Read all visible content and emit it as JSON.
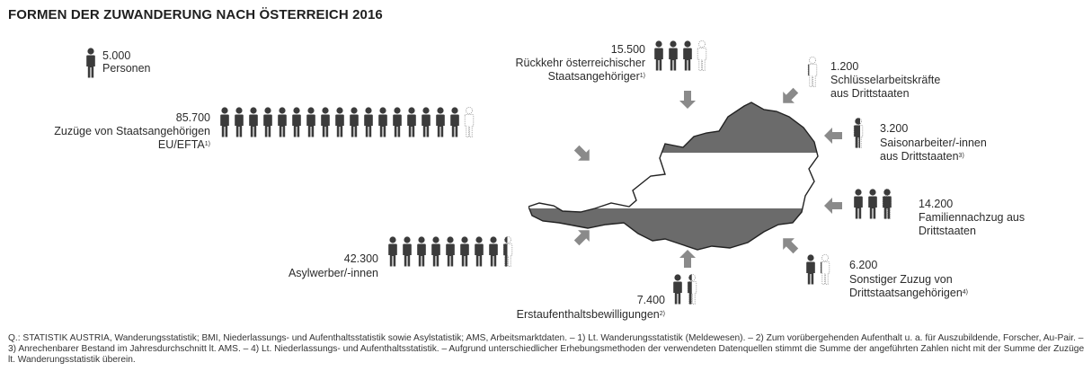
{
  "title": "FORMEN DER ZUWANDERUNG NACH ÖSTERREICH 2016",
  "legend": {
    "value": "5.000",
    "label": "Personen"
  },
  "colors": {
    "person": "#3b3b3b",
    "arrow": "#8a8a8a",
    "map_dark": "#6b6b6b",
    "map_light": "#ffffff",
    "outline": "#222222"
  },
  "icons": {
    "person": "person-icon",
    "arrow": "arrow-icon"
  },
  "groups": [
    {
      "id": "rueckkehr",
      "value": "15.500",
      "label_lines": [
        "Rückkehr österreichischer",
        "Staatsangehöriger"
      ],
      "footnote": "1)",
      "persons": 3.1
    },
    {
      "id": "eu-efta",
      "value": "85.700",
      "label_lines": [
        "Zuzüge von Staatsangehörigen",
        "EU/EFTA"
      ],
      "footnote": "1)",
      "persons": 17.14
    },
    {
      "id": "asyl",
      "value": "42.300",
      "label_lines": [
        "Asylwerber/-innen"
      ],
      "footnote": "",
      "persons": 8.46
    },
    {
      "id": "erstaufenthalt",
      "value": "7.400",
      "label_lines": [
        "Erstaufenthaltsbewilligungen"
      ],
      "footnote": "2)",
      "persons": 1.48
    },
    {
      "id": "schluessel",
      "value": "1.200",
      "label_lines": [
        "Schlüsselarbeitskräfte",
        "aus Drittstaaten"
      ],
      "footnote": "",
      "persons": 0.24
    },
    {
      "id": "saison",
      "value": "3.200",
      "label_lines": [
        "Saisonarbeiter/-innen",
        "aus Drittstaaten"
      ],
      "footnote": "3)",
      "persons": 0.64
    },
    {
      "id": "familie",
      "value": "14.200",
      "label_lines": [
        "Familiennachzug aus",
        "Drittstaaten"
      ],
      "footnote": "",
      "persons": 2.84
    },
    {
      "id": "sonstige",
      "value": "6.200",
      "label_lines": [
        "Sonstiger Zuzug von",
        "Drittstaatsangehörigen"
      ],
      "footnote": "4)",
      "persons": 1.24
    }
  ],
  "footnote": "Q.: STATISTIK AUSTRIA, Wanderungsstatistik; BMI, Niederlassungs- und Aufenthaltsstatistik sowie Asylstatistik; AMS, Arbeitsmarktdaten. – 1) Lt. Wanderungsstatistik (Meldewesen). – 2) Zum vorübergehenden Aufenthalt u. a. für Auszubildende, Forscher, Au-Pair. – 3) Anrechenbarer Bestand im Jahresdurchschnitt lt. AMS. – 4) Lt. Niederlassungs- und Aufenthaltsstatistik. – Aufgrund unterschiedlicher Erhebungsmethoden der verwendeten Datenquellen stimmt die Summe der angeführten Zahlen nicht mit der Summe der Zuzüge lt. Wanderungsstatistik überein."
}
